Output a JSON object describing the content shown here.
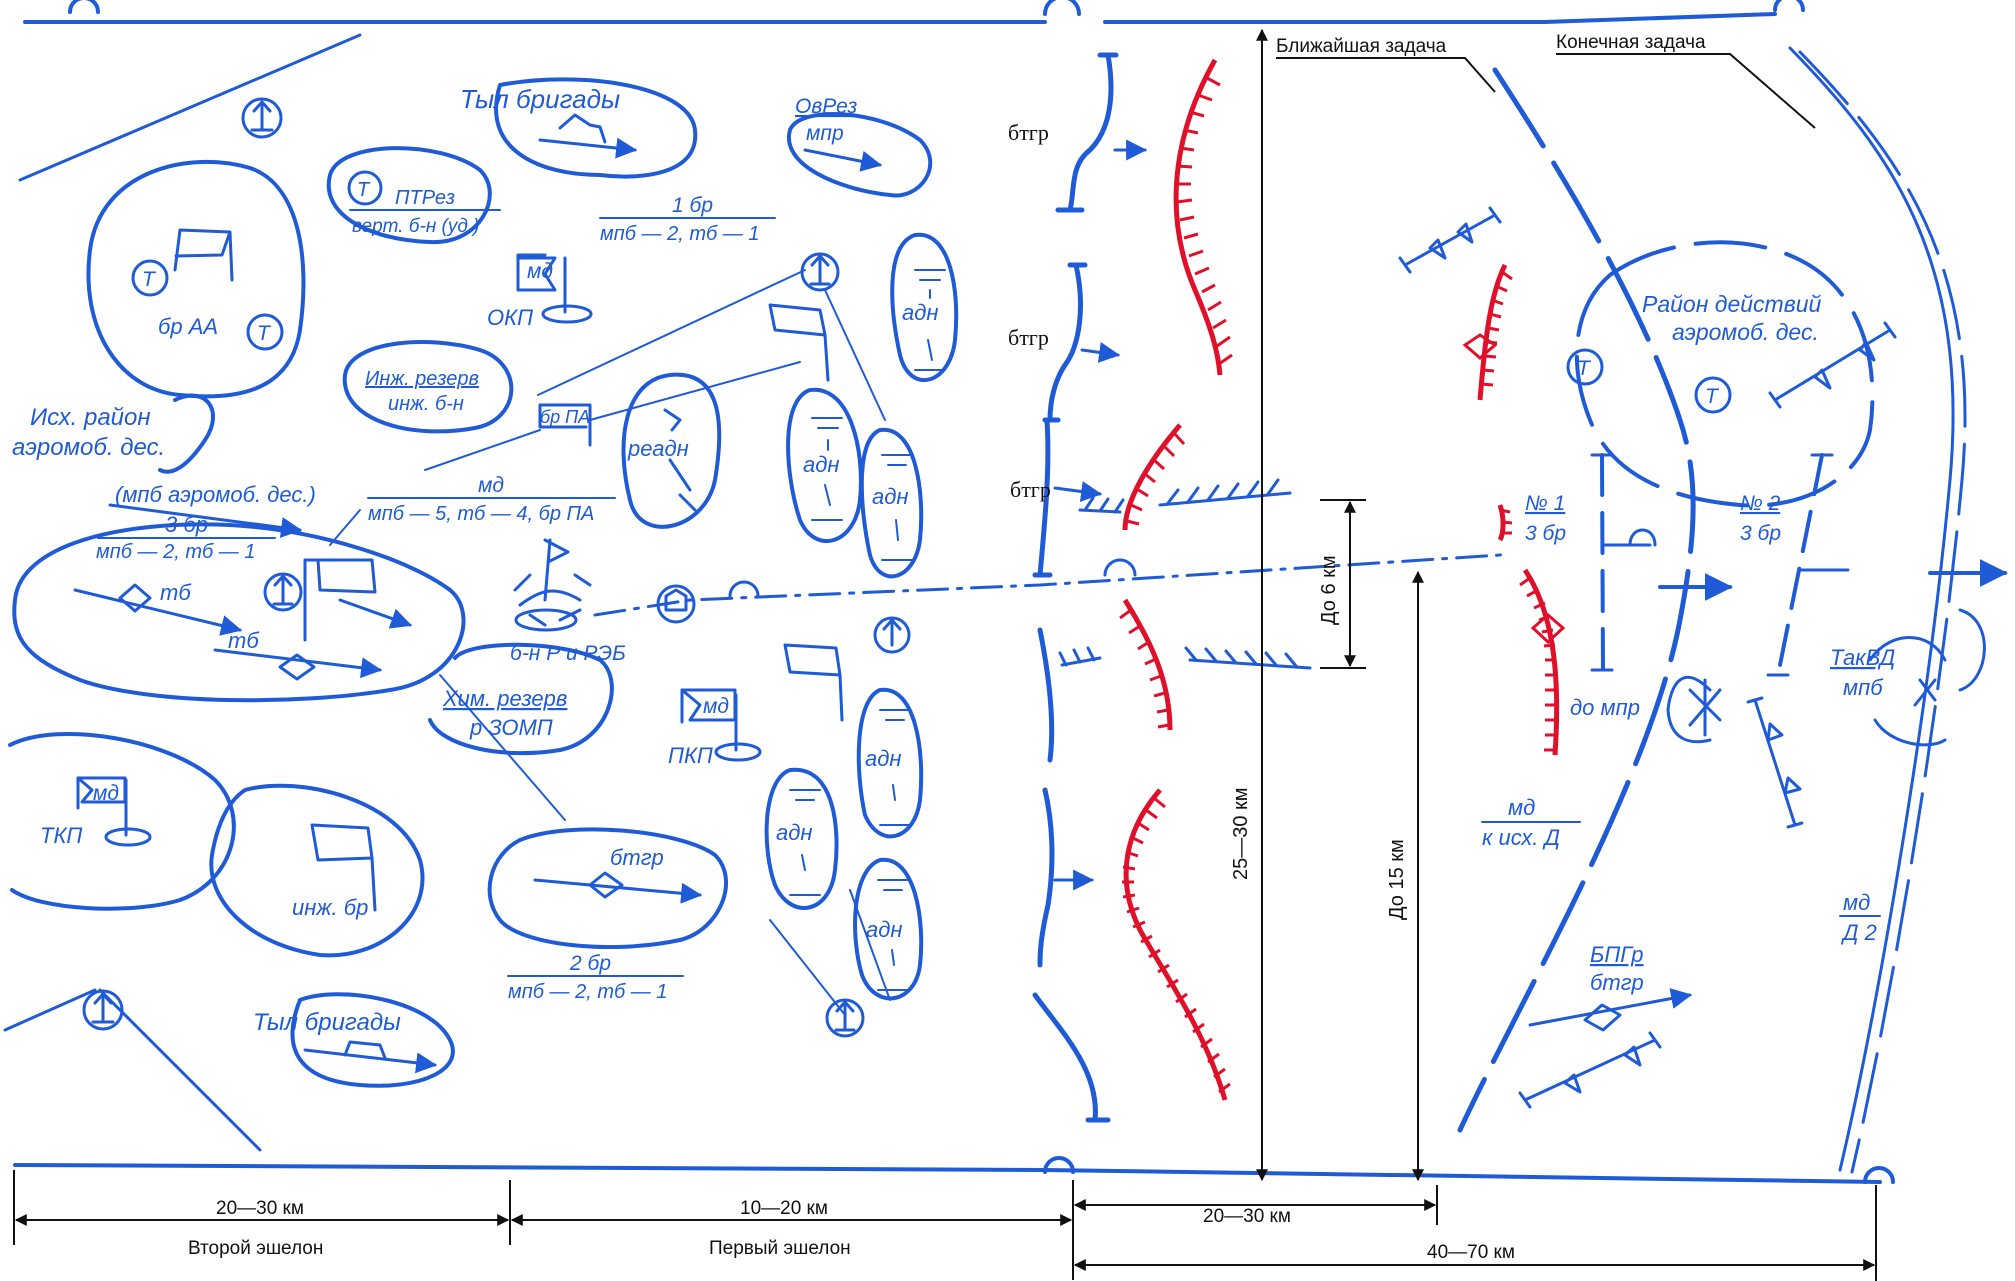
{
  "colors": {
    "own": "#1f5bd6",
    "enemy": "#e0102a",
    "ink": "#111111",
    "background": "#ffffff"
  },
  "header": {
    "nearest_task": "Ближайшая задача",
    "final_task": "Конечная задача"
  },
  "labels": {
    "rear_top": "Тыл бригады",
    "ovrez": "ОвРез",
    "ovrez_sub": "мпр",
    "ptrez": "ПТРез",
    "ptrez_sub": "верт. б-н (уд.)",
    "br1_top": "1 бр",
    "br1_bottom": "мпб — 2, тб — 1",
    "md": "мд",
    "okp": "ОКП",
    "br_aa": "бр АА",
    "inzh_rezerv": "Инж. резерв",
    "inzh_bn": "инж. б-н",
    "br_pa": "бр ПА",
    "ish_rayon_1": "Исх. район",
    "ish_rayon_2": "аэромоб. дес.",
    "mpb_aero": "(мпб аэромоб. дес.)",
    "div_top": "мд",
    "div_bottom": "мпб — 5, тб — 4, бр ПА",
    "br3_top": "3 бр",
    "br3_bottom": "мпб — 2, тб — 1",
    "tb": "тб",
    "readn": "реадн",
    "adn": "адн",
    "bn_r_reb": "б-н Р и РЭБ",
    "him_rezerv": "Хим. резерв",
    "r_zomp": "р ЗОМП",
    "pkp": "ПКП",
    "tkp": "ТКП",
    "btgr": "бтгр",
    "inzh_br": "инж. бр",
    "br2_top": "2 бр",
    "br2_bottom": "мпб — 2, тб — 1",
    "rear_bottom": "Тыл бригады",
    "btgr_front": "бтгр",
    "rayon_1": "Район действий",
    "rayon_2": "аэромоб. дес.",
    "no1": "№ 1",
    "no2": "№ 2",
    "br3_short": "3 бр",
    "do_mpr": "до мпр",
    "takvd": "ТакВД",
    "mpb": "мпб",
    "md_ish_top": "мд",
    "md_ish_bottom": "к исх. Д",
    "bpgr": "БПГр",
    "bpgr_sub": "бтгр",
    "md_d2_top": "мд",
    "md_d2_bottom": "Д 2",
    "t_symbol": "Т"
  },
  "distances": {
    "depth_25_30": "25—30 км",
    "up_to_6": "До 6 км",
    "up_to_15": "До 15 км",
    "second_echelon_dist": "20—30 км",
    "first_echelon_dist": "10—20 км",
    "nearest_task_dist": "20—30 км",
    "final_task_dist": "40—70 км"
  },
  "bottom": {
    "second_echelon": "Второй эшелон",
    "first_echelon": "Первый эшелон"
  }
}
